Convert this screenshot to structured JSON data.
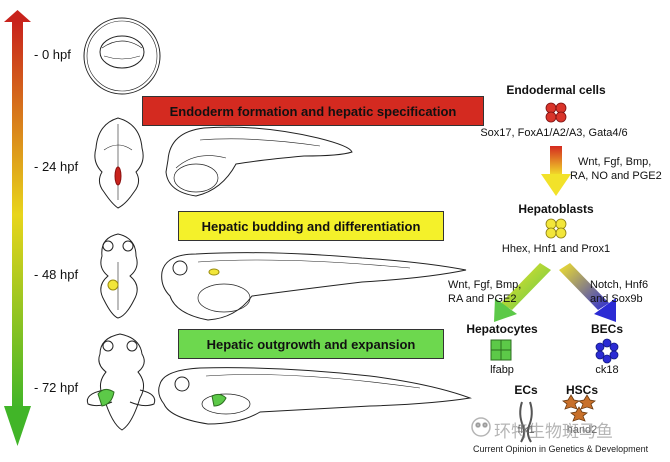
{
  "time_axis": {
    "stages": [
      "- 0 hpf",
      "- 24 hpf",
      "- 48 hpf",
      "- 72 hpf"
    ],
    "gradient_colors": [
      "#c8231c",
      "#e8d51c",
      "#41b528"
    ]
  },
  "banners": [
    {
      "text": "Endoderm formation and hepatic specification",
      "color": "#d42a20"
    },
    {
      "text": "Hepatic budding and differentiation",
      "color": "#f4f12a"
    },
    {
      "text": "Hepatic outgrowth and expansion",
      "color": "#6dd84e"
    }
  ],
  "pathway": {
    "endodermal_cells": "Endodermal cells",
    "endoderm_factors": "Sox17, FoxA1/A2/A3, Gata4/6",
    "signals_1_line1": "Wnt, Fgf, Bmp,",
    "signals_1_line2": "RA, NO and PGE2",
    "hepatoblasts": "Hepatoblasts",
    "hepatoblast_factors": "Hhex, Hnf1 and Prox1",
    "signals_left_line1": "Wnt, Fgf, Bmp,",
    "signals_left_line2": "RA and PGE2",
    "signals_right_line1": "Notch, Hnf6",
    "signals_right_line2": "and Sox9b",
    "hepatocytes": "Hepatocytes",
    "hepatocyte_marker": "lfabp",
    "becs": "BECs",
    "bec_marker": "ck18",
    "ecs": "ECs",
    "ec_marker": "flk1",
    "hscs": "HSCs",
    "hsc_marker": "hand2"
  },
  "colors": {
    "endodermal_cell": "#d9342a",
    "hepatoblast": "#f2e63a",
    "hepatocyte": "#5cc948",
    "bec": "#2b2bd4",
    "hsc": "#c8702a"
  },
  "watermark": "环特生物斑马鱼",
  "credit": "Current Opinion in Genetics & Development"
}
